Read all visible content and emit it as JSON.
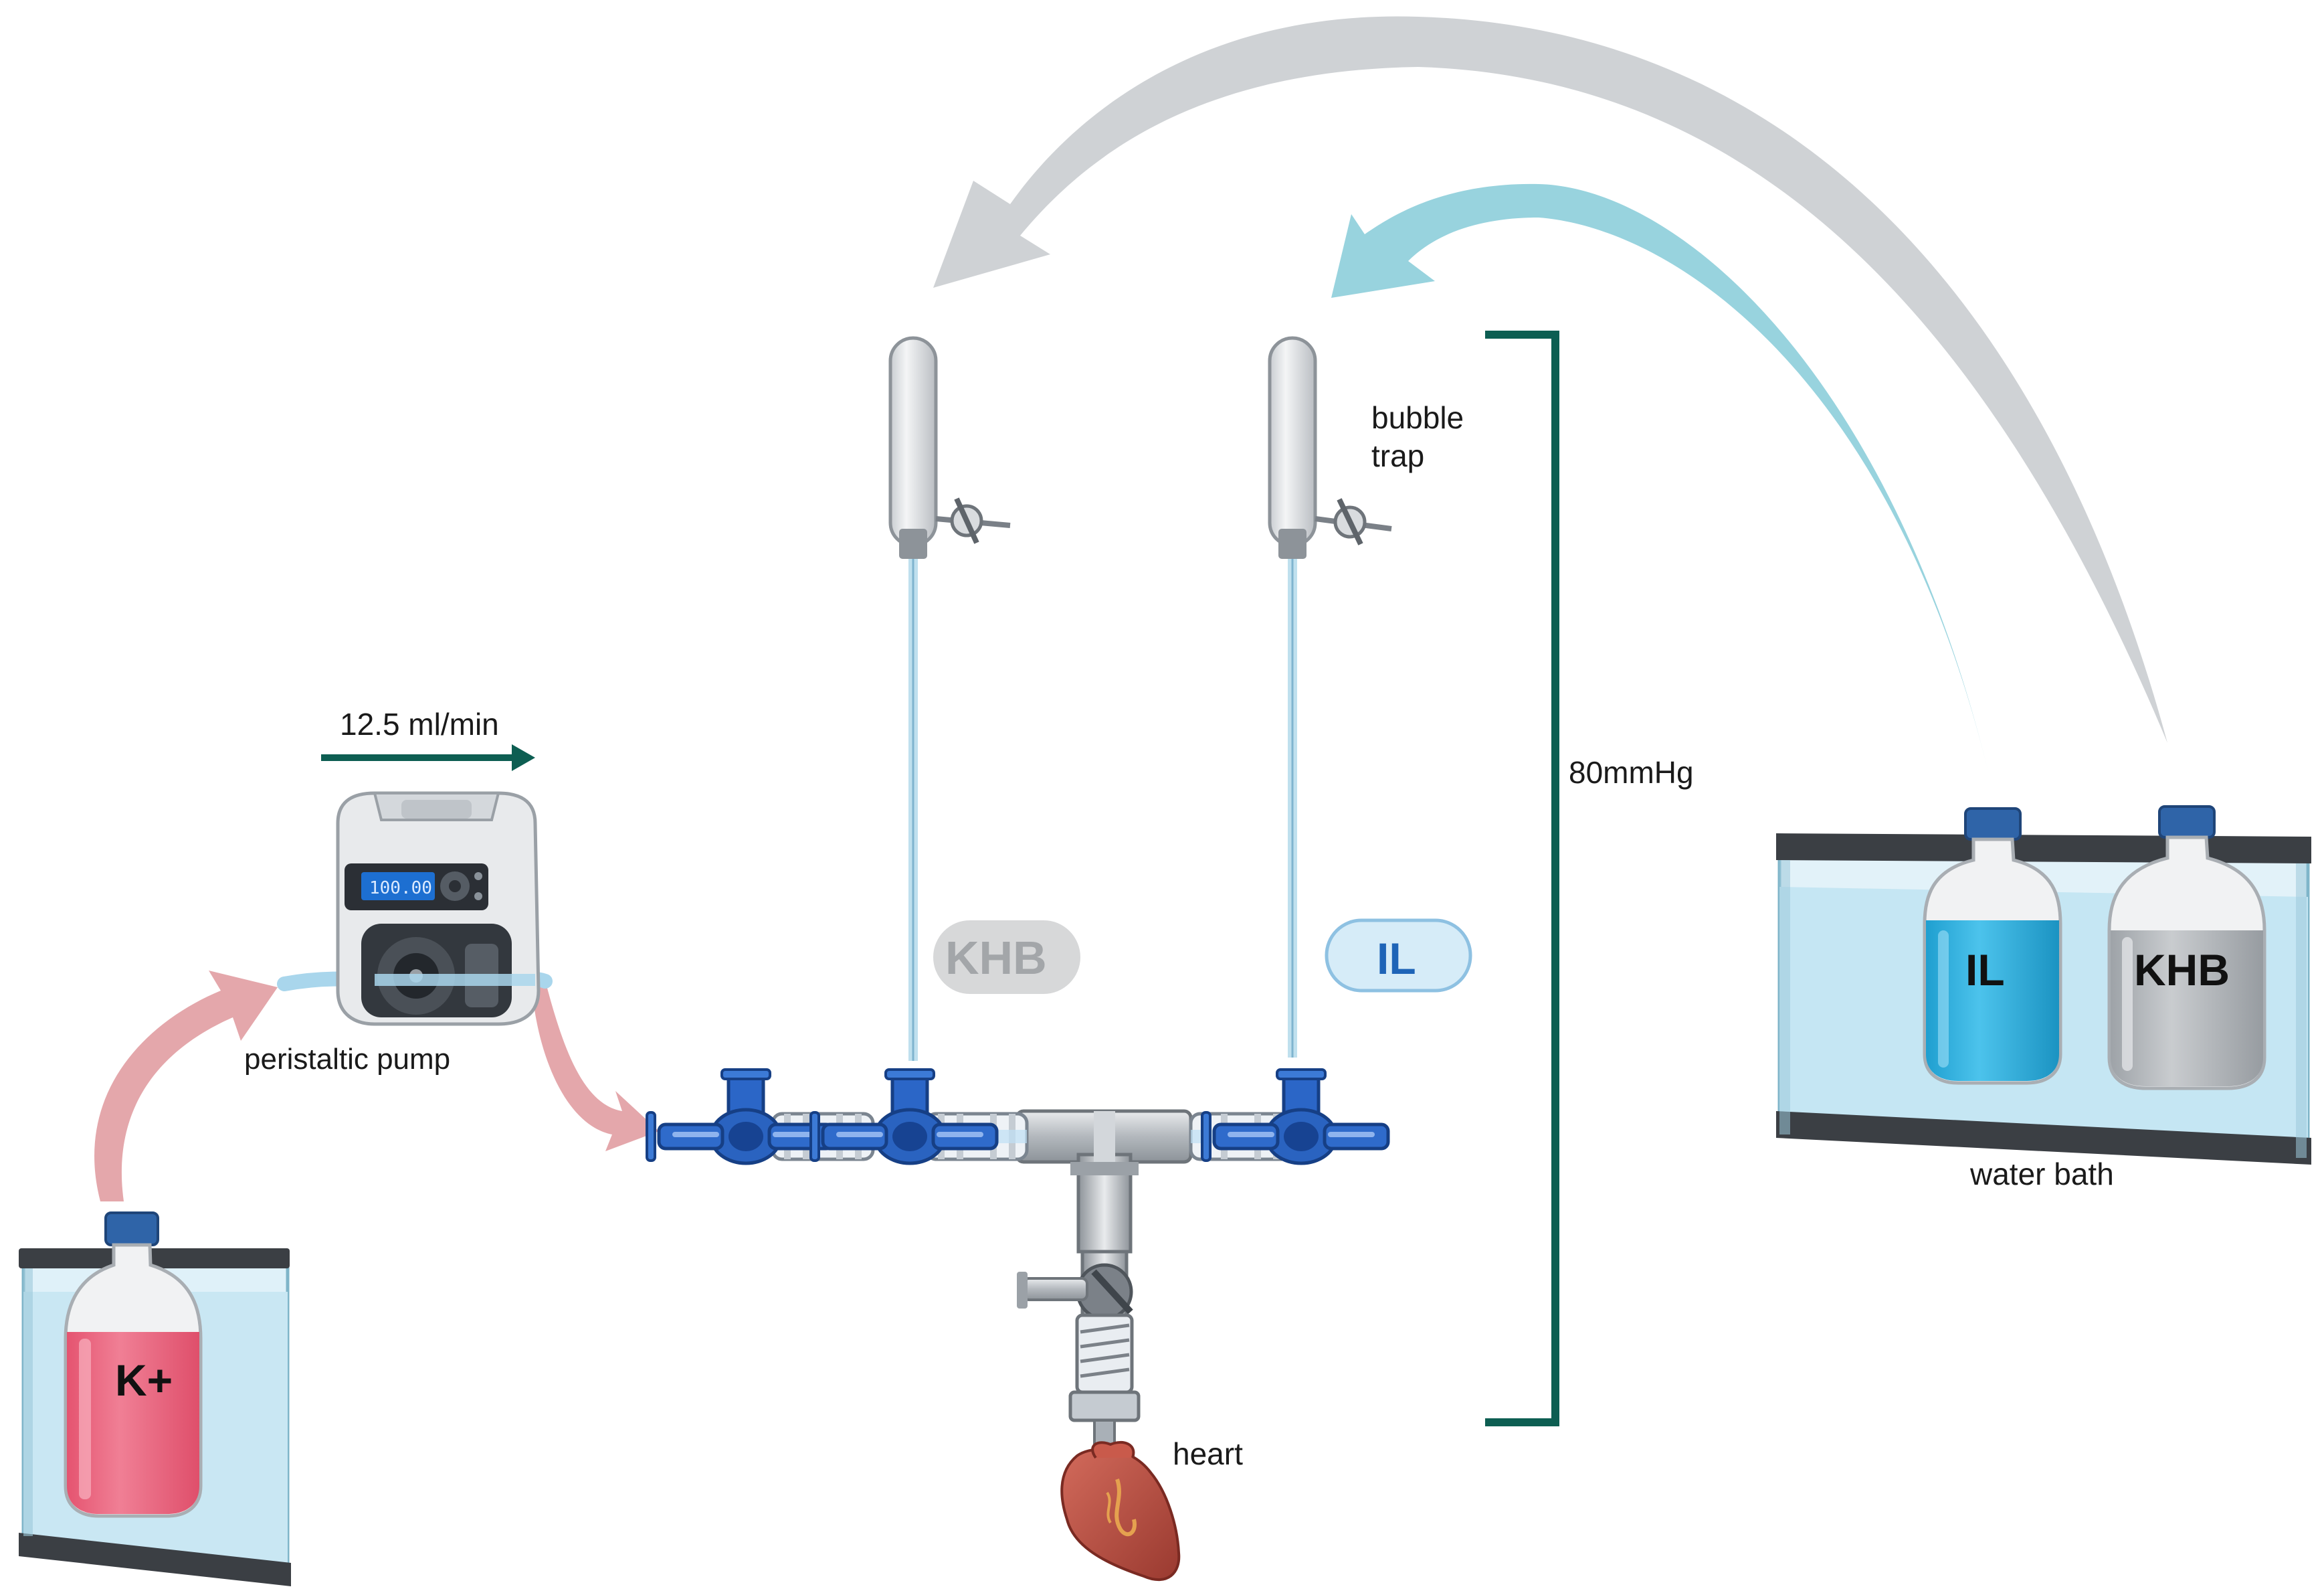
{
  "labels": {
    "flow_rate": "12.5 ml/min",
    "pump_display": "100.00",
    "pump": "peristaltic pump",
    "bubble_trap_line1": "bubble",
    "bubble_trap_line2": "trap",
    "pressure": "80mmHg",
    "khb_tag": "KHB",
    "il_tag": "IL",
    "water_bath": "water bath",
    "heart": "heart",
    "bottle_k": "K+",
    "bottle_il": "IL",
    "bottle_khb": "KHB"
  },
  "colors": {
    "teal_dark": "#0d5e52",
    "pink_arrow": "#e2a0a4",
    "gray_arrow": "#cdd0d3",
    "blue_arrow": "#96d2dd",
    "water": "#cfeaf5",
    "il_liquid": "#27aee0",
    "k_liquid": "#e9607a",
    "valve_blue": "#1f55b0",
    "heart_red": "#b4473c"
  },
  "icons": {
    "pump": "peristaltic-pump-icon",
    "heart": "heart-organ-icon",
    "bubble_trap": "bubble-trap-icon",
    "valve": "three-way-stopcock-icon",
    "bottle": "media-bottle-icon"
  }
}
